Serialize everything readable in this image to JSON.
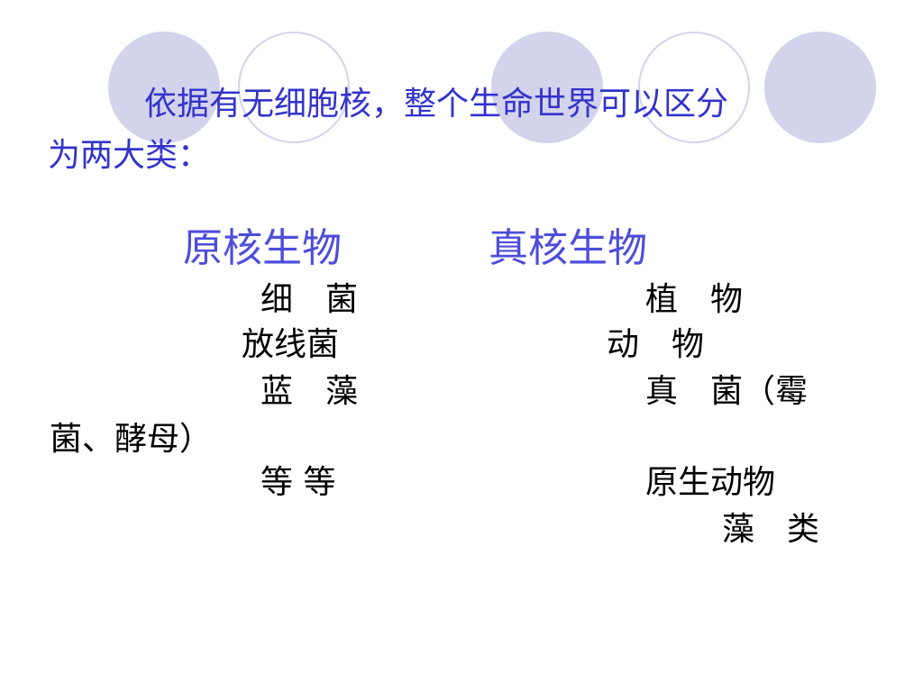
{
  "slide": {
    "intro_line1": "依据有无细胞核，整个生命世界可以区分",
    "intro_line2": "为两大类：",
    "prokaryote": {
      "heading": "原核生物",
      "items": [
        "细　菌",
        "放线菌",
        "蓝　藻",
        "等 等"
      ]
    },
    "eukaryote": {
      "heading": "真核生物",
      "items": [
        "植　物",
        "动　物",
        "真　菌（霉",
        "菌、酵母）",
        "原生动物",
        "藻　类"
      ]
    }
  },
  "colors": {
    "circle_fill": "#d3d3ec",
    "intro_text": "#3333cc",
    "heading_text": "#4d4ddb",
    "body_text": "#000000",
    "background": "#ffffff"
  }
}
